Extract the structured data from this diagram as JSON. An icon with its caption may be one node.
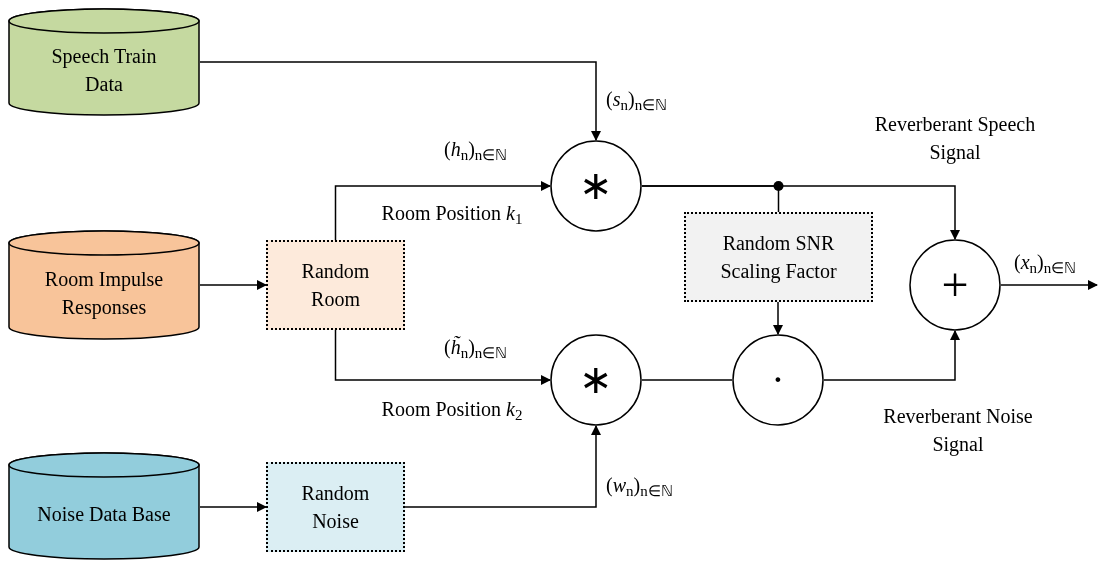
{
  "diagram": {
    "nodes": [
      {
        "text": [
          "Speech Train Data"
        ]
      },
      {
        "text": [
          "Room Impulse Responses"
        ]
      },
      {
        "text": [
          "Noise Data Base"
        ]
      },
      {
        "text": [
          "Random Room"
        ]
      },
      {
        "text": [
          "Random Noise"
        ]
      },
      {
        "text": [
          "∗"
        ]
      },
      {
        "text": [
          "∗"
        ]
      },
      {
        "text": [
          "Random SNR Scaling Factor"
        ]
      },
      {
        "text": [
          "·"
        ]
      },
      {
        "text": [
          "+"
        ]
      }
    ],
    "edges": [
      {
        "from": 0,
        "to": 5,
        "arrow": "to",
        "label": "(*s*$_{n}$)$_{n∈ℕ}$"
      },
      {
        "from": 1,
        "to": 3,
        "arrow": "to"
      },
      {
        "from": 3,
        "to": 5,
        "arrow": "to",
        "label": "(*h*$_{n}$)$_{n∈ℕ}$"
      },
      {
        "from": 3,
        "to": 6,
        "arrow": "to",
        "label": "(*h̃*$_{n}$)$_{n∈ℕ}$"
      },
      {
        "from": 2,
        "to": 4,
        "arrow": "to"
      },
      {
        "from": 4,
        "to": 6,
        "arrow": "to",
        "label": "(*w*$_{n}$)$_{n∈ℕ}$"
      },
      {
        "from": 5,
        "to": 9,
        "arrow": "to"
      },
      {
        "from": 5,
        "to": 7,
        "arrow": "none"
      },
      {
        "from": 7,
        "to": 8,
        "arrow": "to"
      },
      {
        "from": 6,
        "to": 8,
        "arrow": "none"
      },
      {
        "from": 8,
        "to": 9,
        "arrow": "to"
      },
      {
        "from": 9,
        "to": null,
        "arrow": "to",
        "label": "(*x*$_{n}$)$_{n∈ℕ}$"
      }
    ],
    "labels": [
      "Reverberant Speech Signal",
      "Room Position *k*$_{1}$",
      "Room Position *k*$_{2}$",
      "Reverberant Noise Signal"
    ]
  }
}
